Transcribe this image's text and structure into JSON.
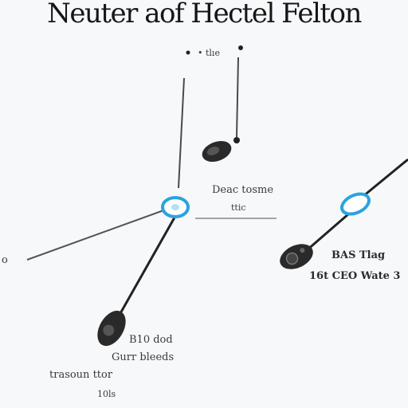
{
  "title": "Neuter aof Hectel Felton",
  "labels": {
    "top_label": "• tlıe",
    "hub_label_1": "Deac tosme",
    "hub_label_2": "ttic",
    "left_edge_label": "o",
    "right_label_1": "BAS Tlag",
    "right_label_2": "16t CEO Wate 3",
    "bottom_label_1": "B10 dod",
    "bottom_label_2": "Gurr bleeds",
    "bottom_label_3": "trasoun ttor",
    "bottom_label_4": "10ls"
  },
  "colors": {
    "line": "#555555",
    "node_ring": "#2aa3e0",
    "device_body": "#2a2a2a"
  }
}
